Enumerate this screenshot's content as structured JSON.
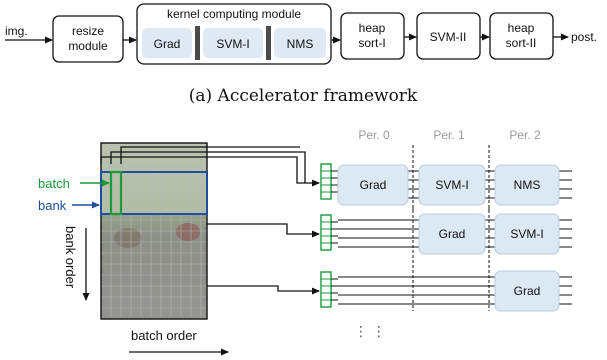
{
  "framework": {
    "input_label": "img.",
    "output_label": "post.",
    "resize": [
      "resize",
      "module"
    ],
    "kernel_title": "kernel computing module",
    "kernel_parts": [
      "Grad",
      "SVM-I",
      "NMS"
    ],
    "heap1": [
      "heap",
      "sort-I"
    ],
    "svm2": "SVM-II",
    "heap2": [
      "heap",
      "sort-II"
    ],
    "caption": "(a) Accelerator framework"
  },
  "pipeline": {
    "periods": [
      "Per. 0",
      "Per. 1",
      "Per. 2"
    ],
    "rows": [
      [
        "Grad",
        "SVM-I",
        "NMS"
      ],
      [
        "Grad",
        "SVM-I"
      ],
      [
        "Grad"
      ]
    ],
    "batch_label": "batch",
    "bank_label": "bank",
    "bank_order_label": "bank order",
    "batch_order_label": "batch order",
    "ellipsis": "⋮ ⋮",
    "colors": {
      "batch": "#1a9a3a",
      "bank": "#1f4f9e",
      "box_fill": "#dce8f4",
      "grid": "#b8b8b8"
    }
  }
}
